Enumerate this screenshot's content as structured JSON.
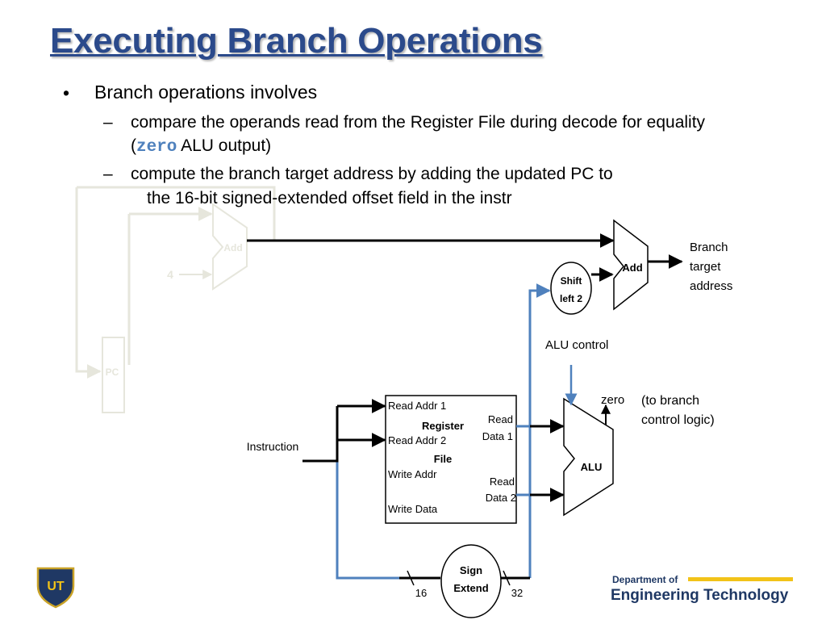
{
  "slide": {
    "title": "Executing Branch Operations",
    "bullets": {
      "main": "Branch operations involves",
      "sub1_line1": "compare the operands read from the Register File during decode for equality",
      "sub1_open": "(",
      "sub1_code": "zero",
      "sub1_tail": "ALU output)",
      "sub2_line1": "compute the branch target address by adding the updated PC to",
      "sub2_line2": "the 16-bit signed-extended offset field in the instr",
      "bullet_char": "•",
      "dash_char": "–"
    }
  },
  "diagram": {
    "faded": {
      "add_label": "Add",
      "four_label": "4",
      "pc_label": "PC"
    },
    "branch_adder_label": "Add",
    "shift_label_line1": "Shift",
    "shift_label_line2": "left 2",
    "branch_target_line1": "Branch",
    "branch_target_line2": "target",
    "branch_target_line3": "address",
    "alu_control_label": "ALU control",
    "zero_label": "zero",
    "to_branch_line1": "(to branch",
    "to_branch_line2": "control logic)",
    "register_file": {
      "read_addr_1": "Read Addr 1",
      "read_addr_2": "Read Addr 2",
      "write_addr": "Write Addr",
      "write_data": "Write Data",
      "title_line1": "Register",
      "title_line2": "File",
      "read_data_1_line1": "Read",
      "read_data_1_line2": "Data 1",
      "read_data_2_line1": "Read",
      "read_data_2_line2": "Data 2"
    },
    "alu_label": "ALU",
    "instruction_label": "Instruction",
    "sign_extend_line1": "Sign",
    "sign_extend_line2": "Extend",
    "width_in": "16",
    "width_out": "32"
  },
  "footer": {
    "logo_letters": "UT",
    "dept_line1": "Department of",
    "dept_line2": "Engineering Technology"
  },
  "colors": {
    "title": "#2b4a8b",
    "wire_blue": "#4f81bd",
    "faded": "#e6e6dc",
    "footer_gold": "#f2c318",
    "footer_navy": "#1f3864"
  }
}
